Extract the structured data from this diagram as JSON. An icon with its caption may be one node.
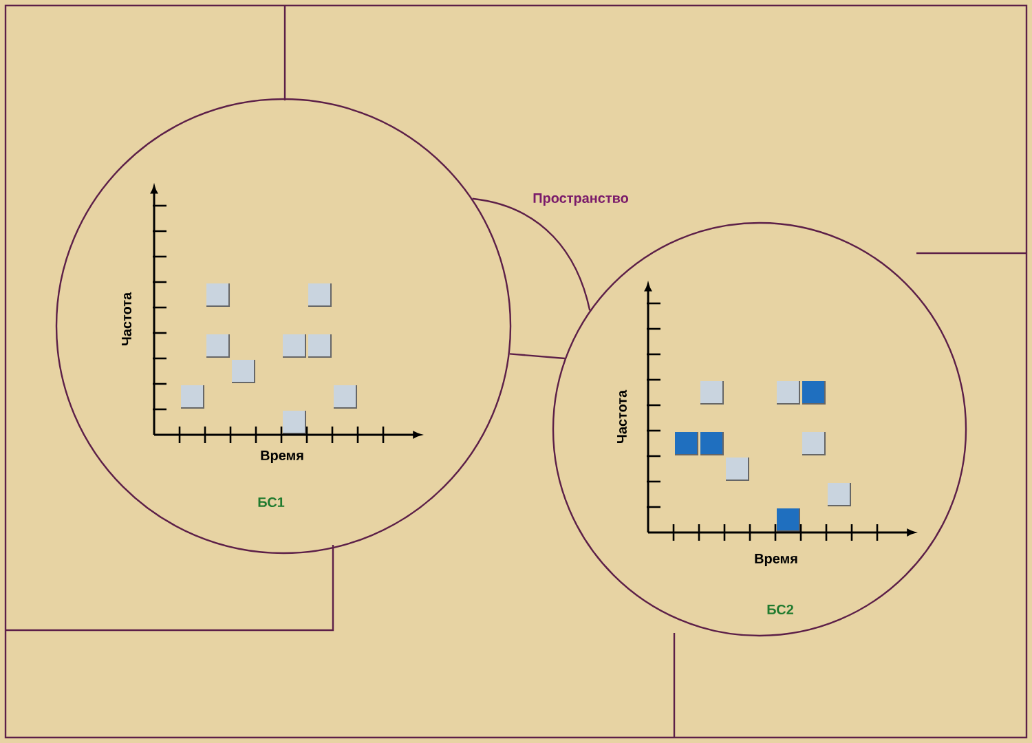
{
  "diagram": {
    "nodes": [
      {
        "text": [
          "БС1"
        ]
      },
      {
        "text": [
          "БС2"
        ]
      }
    ],
    "edges": [
      {
        "from": 0,
        "to": 1,
        "arrow": "none",
        "label": "Пространство"
      },
      {
        "from": 0,
        "to": 1,
        "arrow": "none"
      }
    ],
    "labels": [
      "Частота",
      "Время",
      "Частота",
      "Время"
    ]
  }
}
